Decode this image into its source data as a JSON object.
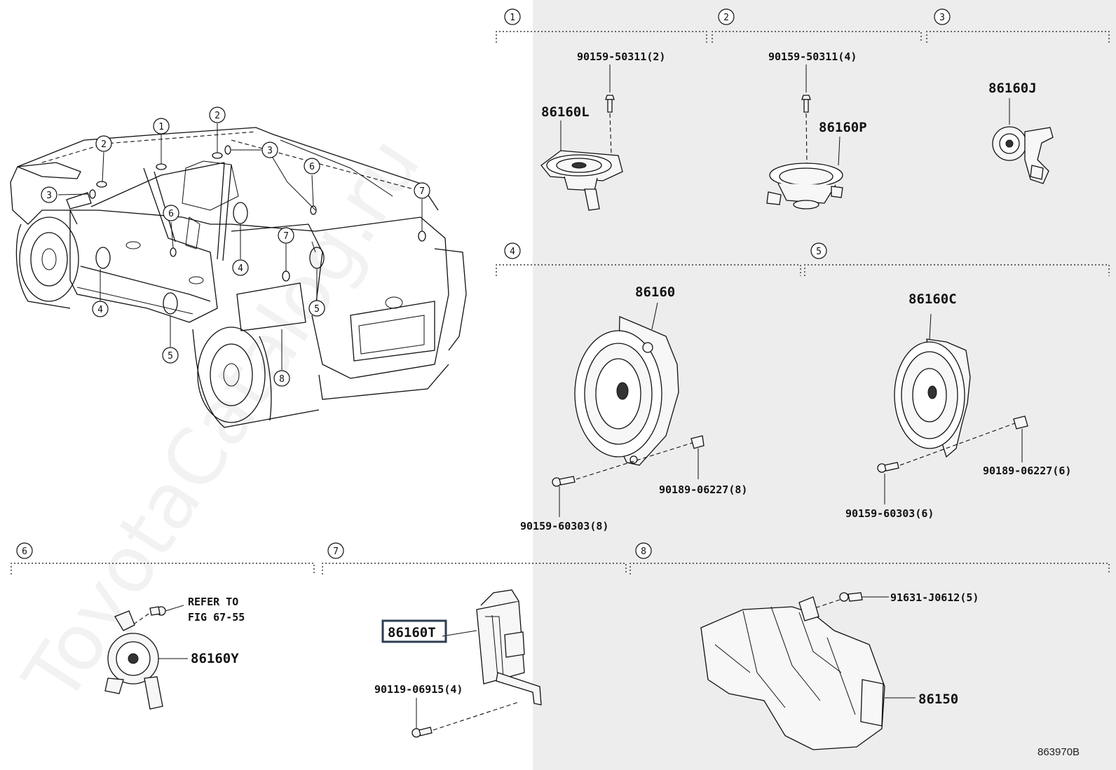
{
  "diagram": {
    "figure_code": "863970B",
    "watermark": "ToyotaCatalog.ru",
    "sections": [
      {
        "num": "1"
      },
      {
        "num": "2"
      },
      {
        "num": "3"
      },
      {
        "num": "4"
      },
      {
        "num": "5"
      },
      {
        "num": "6"
      },
      {
        "num": "7"
      },
      {
        "num": "8"
      }
    ],
    "vehicle_callouts": [
      "1",
      "1",
      "2",
      "2",
      "3",
      "3",
      "3",
      "4",
      "4",
      "5",
      "5",
      "6",
      "6",
      "7",
      "7",
      "8"
    ],
    "parts": {
      "s1_bolt": "90159-50311(2)",
      "s1_speaker": "86160L",
      "s2_bolt": "90159-50311(4)",
      "s2_speaker": "86160P",
      "s3_speaker": "86160J",
      "s4_speaker": "86160",
      "s4_nut": "90189-06227(8)",
      "s4_bolt": "90159-60303(8)",
      "s5_speaker": "86160C",
      "s5_nut": "90189-06227(6)",
      "s5_bolt": "90159-60303(6)",
      "s6_refer_line1": "REFER TO",
      "s6_refer_line2": "FIG 67-55",
      "s6_speaker": "86160Y",
      "s7_amp": "86160T",
      "s7_bolt": "90119-06915(4)",
      "s8_bolt": "91631-J0612(5)",
      "s8_woofer": "86150"
    }
  }
}
